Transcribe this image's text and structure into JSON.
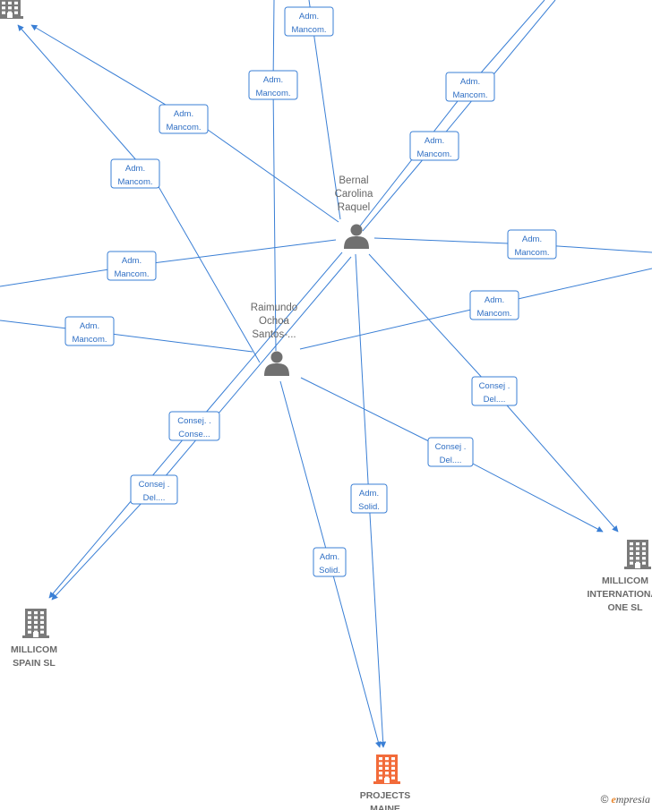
{
  "persons": [
    {
      "id": "bernal",
      "lines": [
        "Bernal",
        "Carolina",
        "Raquel"
      ]
    },
    {
      "id": "raimundo",
      "lines": [
        "Raimundo",
        "Ochoa",
        "Santos-..."
      ]
    }
  ],
  "companies": [
    {
      "id": "top-left",
      "lines": [],
      "main": false
    },
    {
      "id": "millicom-spain",
      "lines": [
        "MILLICOM",
        "SPAIN SL"
      ],
      "main": false
    },
    {
      "id": "millicom-intl",
      "lines": [
        "MILLICOM",
        "INTERNATIONAL",
        "ONE  SL"
      ],
      "main": false
    },
    {
      "id": "projects",
      "lines": [
        "PROJECTS",
        "MAINE"
      ],
      "main": true
    }
  ],
  "edge_labels": [
    [
      "Adm.",
      "Mancom."
    ],
    [
      "Adm.",
      "Mancom."
    ],
    [
      "Adm.",
      "Mancom."
    ],
    [
      "Adm.",
      "Mancom."
    ],
    [
      "Adm.",
      "Mancom."
    ],
    [
      "Adm.",
      "Mancom."
    ],
    [
      "Adm.",
      "Mancom."
    ],
    [
      "Adm.",
      "Mancom."
    ],
    [
      "Adm.",
      "Mancom."
    ],
    [
      "Adm.",
      "Mancom."
    ],
    [
      "Consej. .",
      "Conse..."
    ],
    [
      "Consej .",
      "Del...."
    ],
    [
      "Consej .",
      "Del...."
    ],
    [
      "Consej .",
      "Del...."
    ],
    [
      "Adm.",
      "Solid."
    ],
    [
      "Adm.",
      "Solid."
    ]
  ],
  "watermark": {
    "copyright": "©",
    "brand_initial": "e",
    "brand_rest": "mpresia"
  },
  "colors": {
    "edge": "#3a7fd5",
    "person_icon": "#707070",
    "company_icon": "#7a7a7a",
    "main_company_icon": "#f26b3a"
  }
}
